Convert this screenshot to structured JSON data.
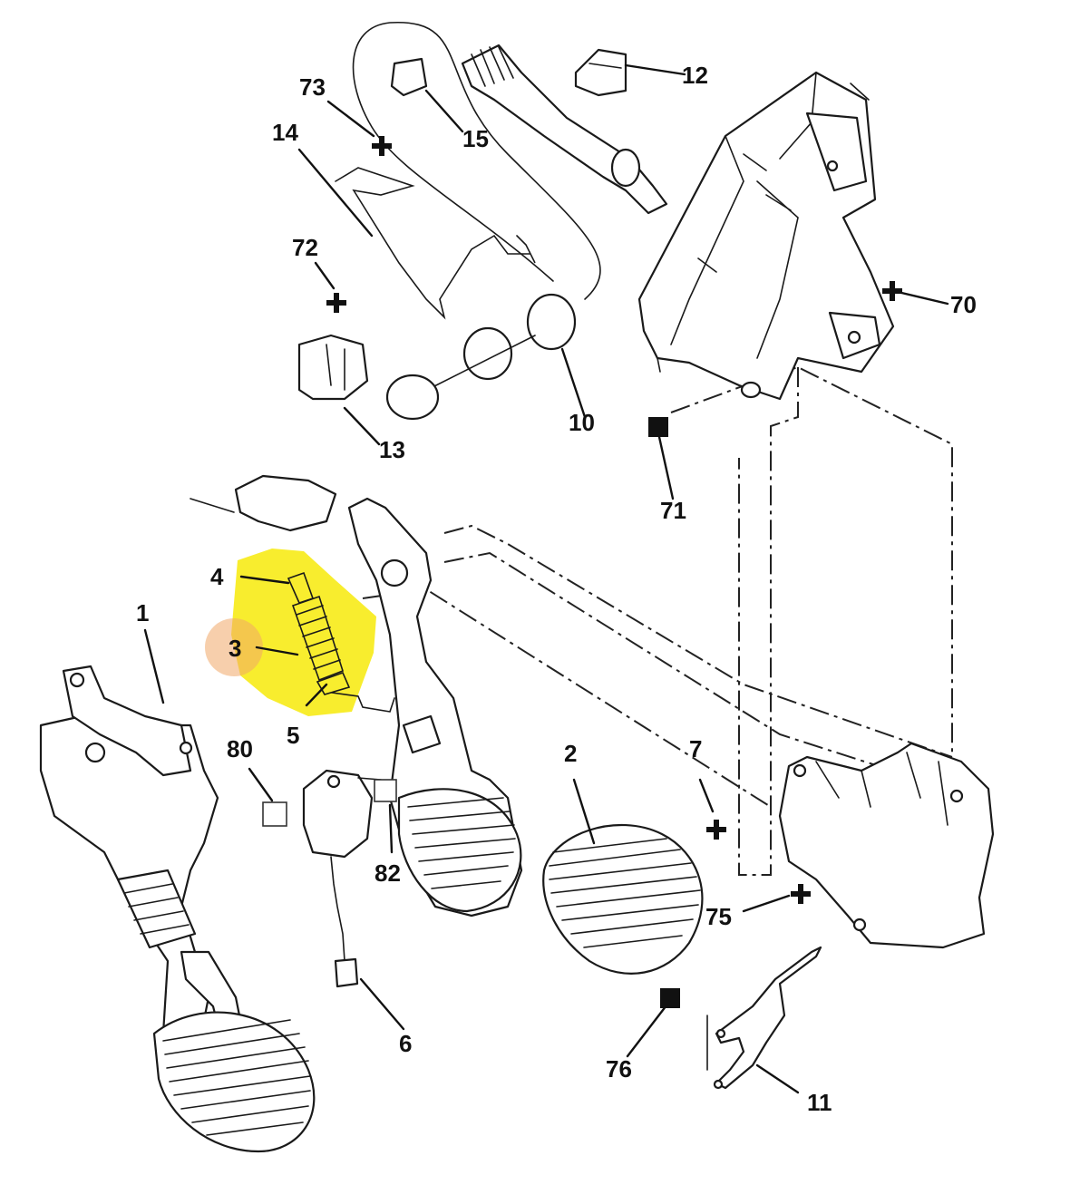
{
  "diagram": {
    "colors": {
      "highlight": "#f7ec1c",
      "marker": "#f0a868",
      "ink": "#111111"
    },
    "labels": {
      "p1": "1",
      "p2": "2",
      "p3": "3",
      "p4": "4",
      "p5": "5",
      "p6": "6",
      "p7": "7",
      "p10": "10",
      "p11": "11",
      "p12": "12",
      "p13": "13",
      "p14": "14",
      "p15": "15",
      "p70": "70",
      "p71": "71",
      "p72": "72",
      "p73": "73",
      "p75": "75",
      "p76": "76",
      "p80": "80",
      "p82": "82"
    },
    "symbols": {
      "plus": "plus-symbol",
      "filled_square": "filled-square-symbol",
      "open_square": "open-square-symbol"
    }
  }
}
